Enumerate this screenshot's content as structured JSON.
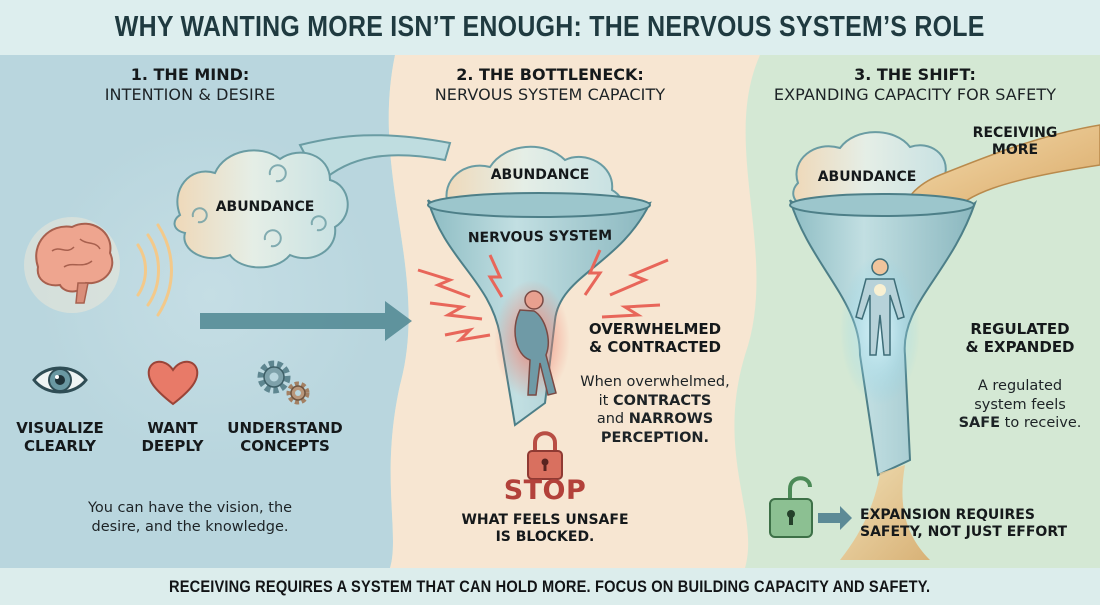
{
  "title": "WHY WANTING MORE ISN’T ENOUGH: THE NERVOUS SYSTEM’S ROLE",
  "colors": {
    "panel_mind": "#b9d6de",
    "panel_bottleneck": "#f7e6d2",
    "panel_shift": "#d4e8d4",
    "title_text": "#1f3a40",
    "stop_red": "#b3413a",
    "funnel_blue": "#a9cdd2",
    "lightning_red": "#e8665a",
    "unlock_green": "#7fb384"
  },
  "sections": {
    "mind": {
      "heading": "1. THE MIND:",
      "subheading": "INTENTION & DESIRE",
      "cloud_label": "ABUNDANCE",
      "icons": [
        {
          "icon": "eye-icon",
          "line1": "VISUALIZE",
          "line2": "CLEARLY"
        },
        {
          "icon": "heart-icon",
          "line1": "WANT",
          "line2": "DEEPLY"
        },
        {
          "icon": "gears-icon",
          "line1": "UNDERSTAND",
          "line2": "CONCEPTS"
        }
      ],
      "caption_line1": "You can have the vision, the",
      "caption_line2": "desire, and the knowledge."
    },
    "bottleneck": {
      "heading": "2. THE BOTTLENECK:",
      "subheading": "NERVOUS SYSTEM CAPACITY",
      "cloud_label": "ABUNDANCE",
      "funnel_label": "NERVOUS SYSTEM",
      "state_line1": "OVERWHELMED",
      "state_line2": "& CONTRACTED",
      "desc": {
        "l1": "When overwhelmed,",
        "l2_pre": "it ",
        "l2_bold": "CONTRACTS",
        "l3_pre": "and ",
        "l3_bold": "NARROWS",
        "l4_bold": "PERCEPTION."
      },
      "stop_label": "STOP",
      "blocked_line1": "WHAT FEELS UNSAFE",
      "blocked_line2": "IS BLOCKED."
    },
    "shift": {
      "heading": "3. THE SHIFT:",
      "subheading": "EXPANDING CAPACITY FOR SAFETY",
      "cloud_label": "ABUNDANCE",
      "flow_line1": "RECEIVING",
      "flow_line2": "MORE",
      "state_line1": "REGULATED",
      "state_line2": "& EXPANDED",
      "desc": {
        "l1": "A regulated",
        "l2": "system feels",
        "l3_bold": "SAFE",
        "l3_post": " to receive."
      },
      "footer_line1": "EXPANSION REQUIRES",
      "footer_line2": "SAFETY, NOT JUST EFFORT"
    }
  },
  "footer": "RECEIVING REQUIRES A SYSTEM THAT CAN HOLD MORE. FOCUS ON BUILDING CAPACITY AND SAFETY."
}
